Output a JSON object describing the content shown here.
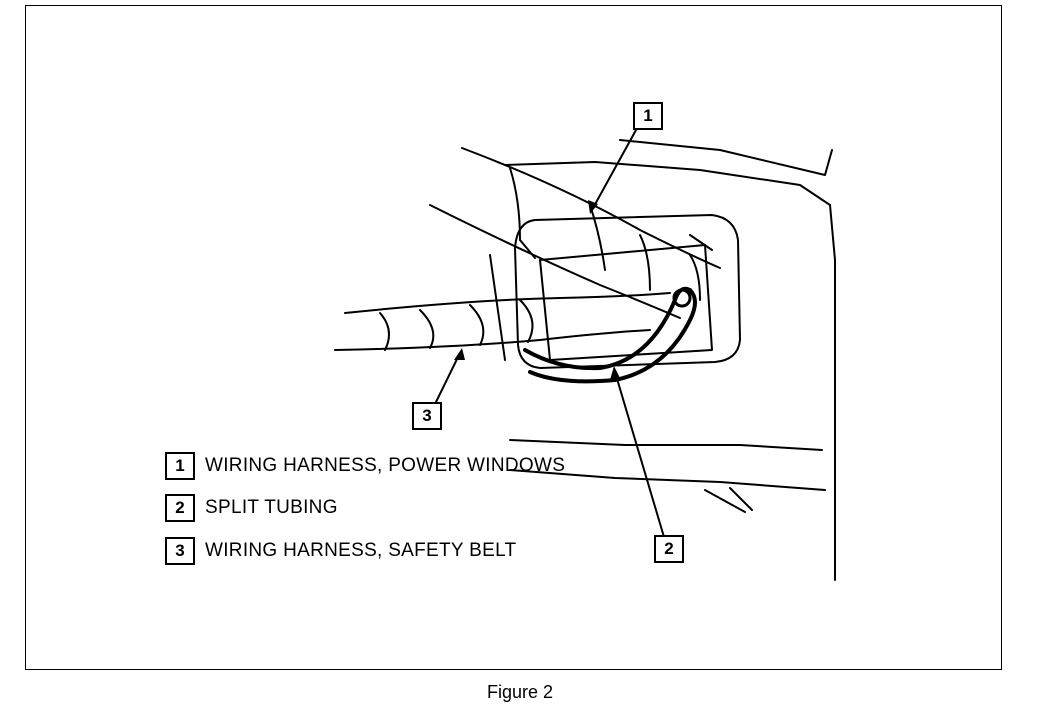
{
  "callouts": {
    "c1": "1",
    "c2": "2",
    "c3": "3"
  },
  "legend": [
    {
      "num": "1",
      "text": "WIRING HARNESS, POWER WINDOWS"
    },
    {
      "num": "2",
      "text": "SPLIT TUBING"
    },
    {
      "num": "3",
      "text": "WIRING HARNESS, SAFETY BELT"
    }
  ],
  "caption": "Figure 2"
}
